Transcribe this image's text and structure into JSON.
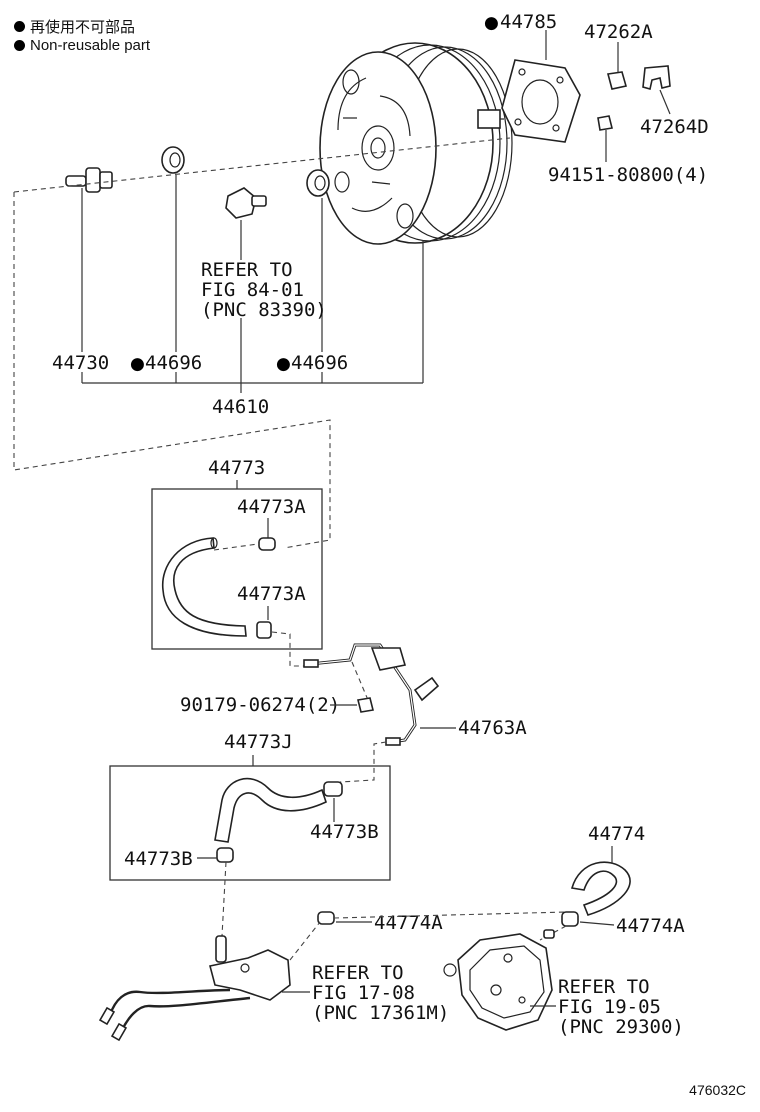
{
  "legend": {
    "line_jp": "再使用不可部品",
    "line_en": "Non-reusable part",
    "bullet": "●"
  },
  "labels": {
    "p44785": "44785",
    "p47262A": "47262A",
    "p47264D": "47264D",
    "p94151": "94151-80800(4)",
    "p44730": "44730",
    "p44696a": "44696",
    "p44696b": "44696",
    "p44610": "44610",
    "p44773": "44773",
    "p44773A_top": "44773A",
    "p44773A_bot": "44773A",
    "p90179": "90179-06274(2)",
    "p44763A": "44763A",
    "p44773J": "44773J",
    "p44773B_right": "44773B",
    "p44773B_left": "44773B",
    "p44774": "44774",
    "p44774A_left": "44774A",
    "p44774A_right": "44774A"
  },
  "refs": {
    "r1": [
      "REFER TO",
      "FIG 84-01",
      "(PNC 83390)"
    ],
    "r2": [
      "REFER TO",
      "FIG 17-08",
      "(PNC 17361M)"
    ],
    "r3": [
      "REFER TO",
      "FIG 19-05",
      "(PNC 29300)"
    ]
  },
  "figure_id": "476032C"
}
